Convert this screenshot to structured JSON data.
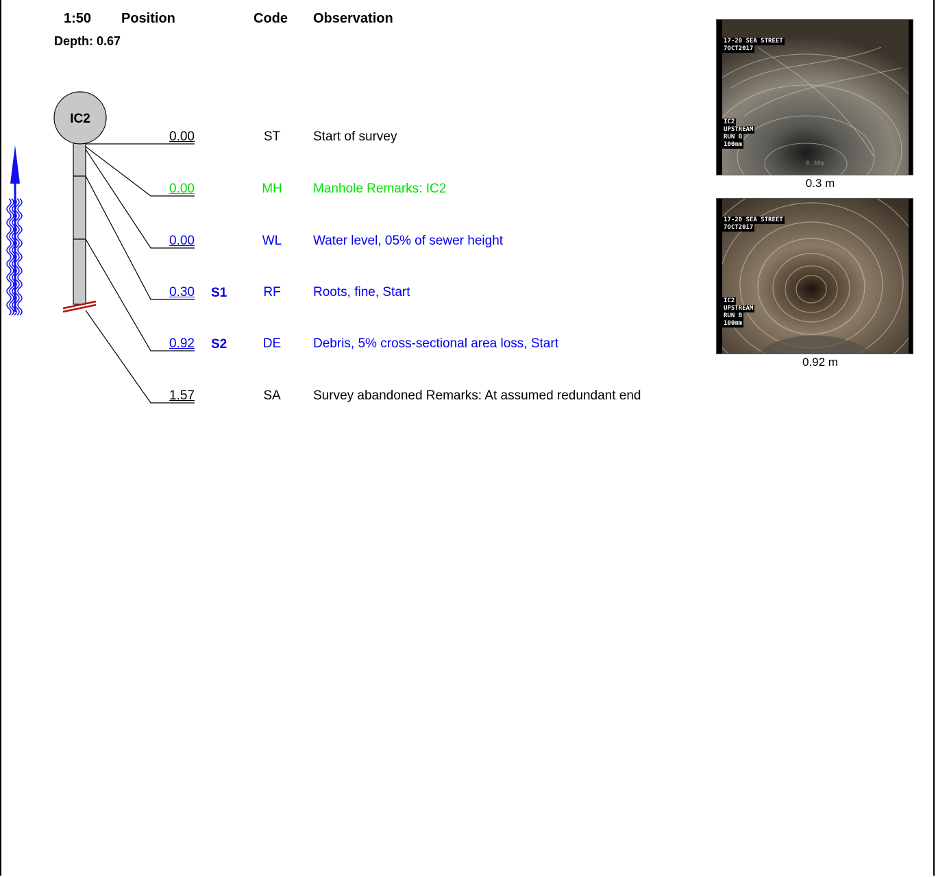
{
  "header": {
    "scale": "1:50",
    "position": "Position",
    "code": "Code",
    "observation": "Observation",
    "depth": "Depth: 0.67"
  },
  "manhole": {
    "label": "IC2"
  },
  "colors": {
    "normal": "#000000",
    "manhole": "#00e000",
    "defect": "#0000ee",
    "flow": "#1010ee",
    "abandon": "#b01010"
  },
  "observations": [
    {
      "position": "0.00",
      "severity": "",
      "code": "ST",
      "text": "Start of survey",
      "color": "#000000"
    },
    {
      "position": "0.00",
      "severity": "",
      "code": "MH",
      "text": "Manhole Remarks: IC2",
      "color": "#00e000"
    },
    {
      "position": "0.00",
      "severity": "",
      "code": "WL",
      "text": "Water level, 05% of sewer height",
      "color": "#0000ee"
    },
    {
      "position": "0.30",
      "severity": "S1",
      "code": "RF",
      "text": "Roots, fine, Start",
      "color": "#0000ee"
    },
    {
      "position": "0.92",
      "severity": "S2",
      "code": "DE",
      "text": "Debris, 5% cross-sectional area loss, Start",
      "color": "#0000ee"
    },
    {
      "position": "1.57",
      "severity": "",
      "code": "SA",
      "text": "Survey abandoned Remarks: At assumed redundant end",
      "color": "#000000"
    }
  ],
  "photos": [
    {
      "caption": "0.3 m",
      "overlay_top": [
        "17-20 SEA STREET",
        "7OCT2017"
      ],
      "overlay_bottom": [
        "IC2",
        "UPSTREAM",
        "RUN B",
        "100mm"
      ],
      "stamp": "0.30m"
    },
    {
      "caption": "0.92 m",
      "overlay_top": [
        "17-20 SEA STREET",
        "7OCT2017"
      ],
      "overlay_bottom": [
        "IC2",
        "UPSTREAM",
        "RUN B",
        "100mm"
      ],
      "stamp": ""
    }
  ]
}
